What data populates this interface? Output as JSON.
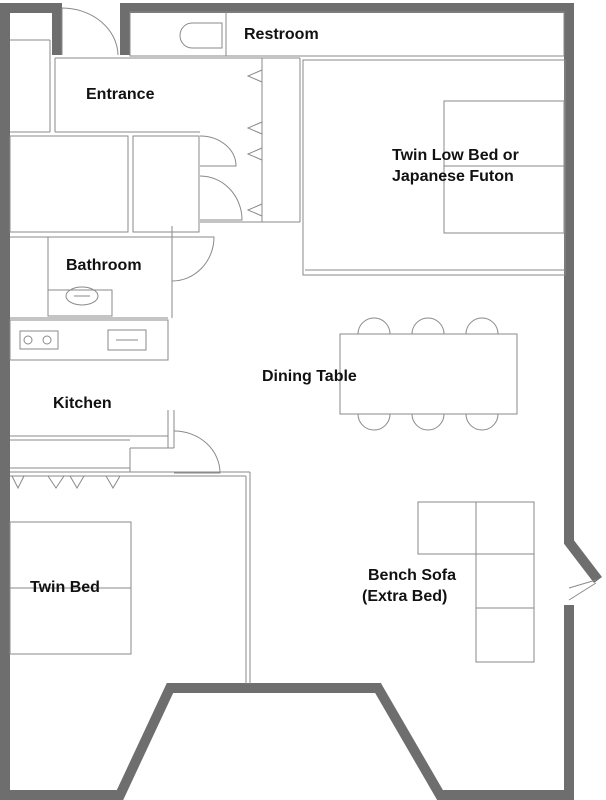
{
  "rooms": {
    "restroom": "Restroom",
    "entrance": "Entrance",
    "bedroom_main_line1": "Twin Low Bed or",
    "bedroom_main_line2": "Japanese Futon",
    "bathroom": "Bathroom",
    "dining": "Dining Table",
    "kitchen": "Kitchen",
    "twin_bed": "Twin Bed",
    "sofa_line1": "Bench Sofa",
    "sofa_line2": "(Extra Bed)"
  },
  "colors": {
    "wall": "#6e6e6e",
    "line": "#8a8a8a",
    "text": "#111111",
    "background": "#ffffff"
  }
}
